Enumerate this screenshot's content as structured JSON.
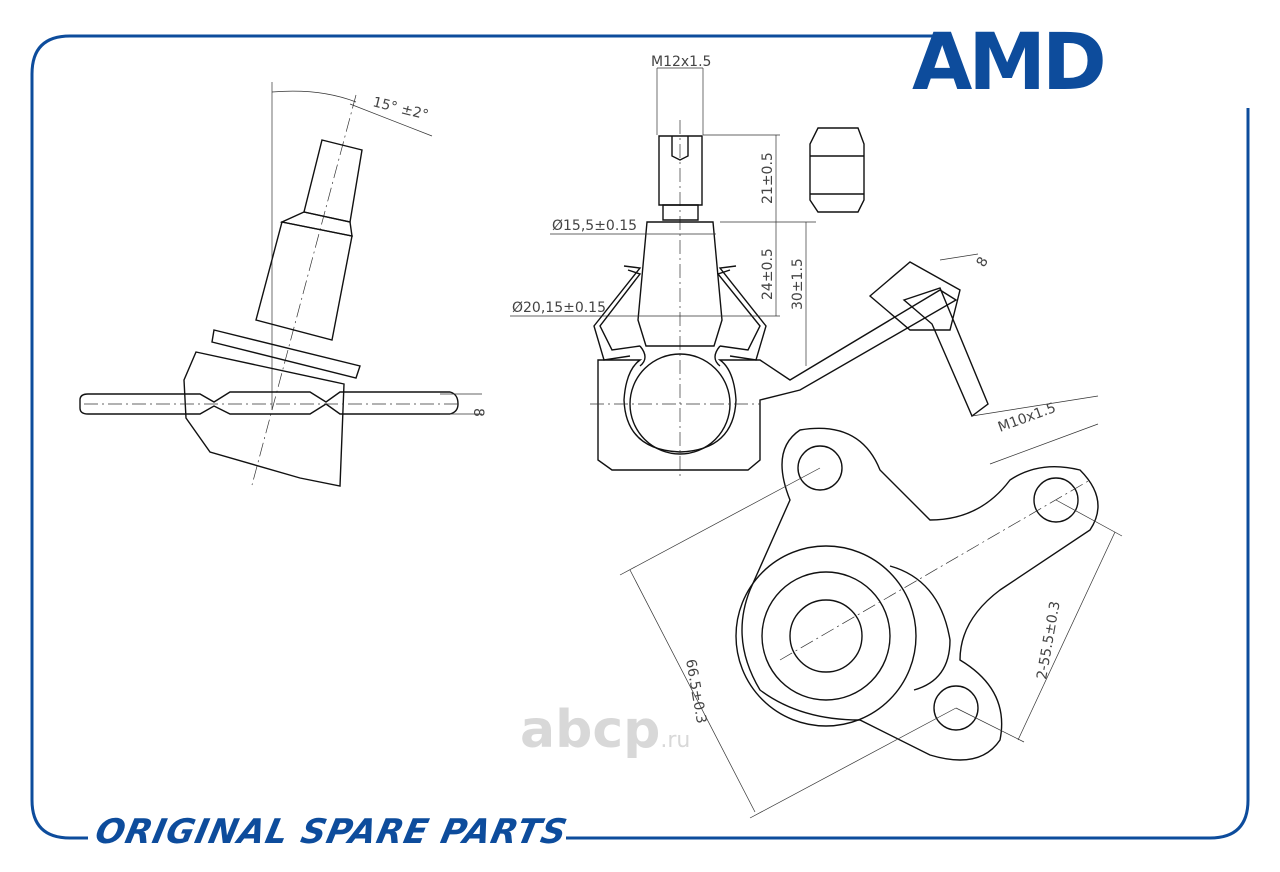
{
  "brand": {
    "logo_text": "AMD",
    "tagline": "ORIGINAL SPARE PARTS",
    "color": "#0d4c9c"
  },
  "watermark": {
    "main": "abcp",
    "suffix": ".ru"
  },
  "dimensions": {
    "angle": "15° ±2°",
    "left_thickness": "8",
    "thread_top": "M12x1.5",
    "stud_height": "21±0.5",
    "diameter_upper": "Ø15,5±0.15",
    "taper_height": "24±0.5",
    "total_height": "30±1.5",
    "diameter_lower": "Ø20,15±0.15",
    "bolt_head": "8",
    "thread_bolt": "M10x1.5",
    "hole_span": "66.5±0.3",
    "hole_pitch": "2-55.5±0.3"
  }
}
